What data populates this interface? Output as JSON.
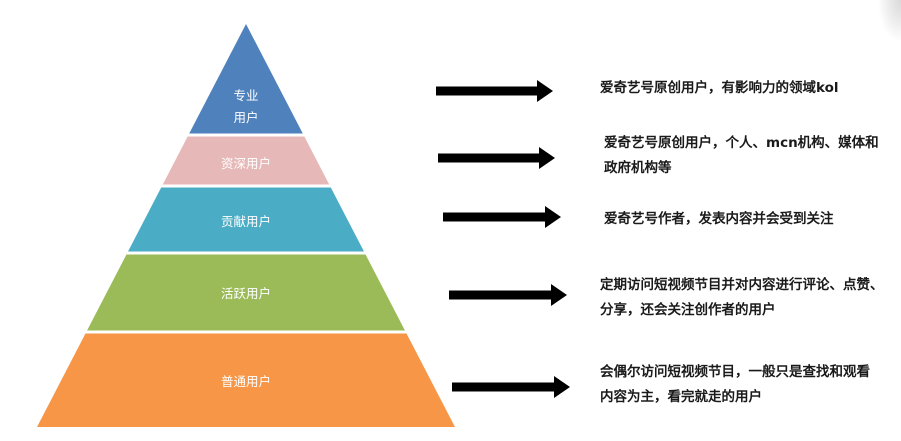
{
  "tiers": [
    {
      "name": "专业用户",
      "lines": [
        "专业",
        "用户"
      ],
      "color": "#4F81BD",
      "description": [
        "爱奇艺号原创用户，有影响力的领域kol"
      ]
    },
    {
      "name": "资深用户",
      "lines": [
        "资深用户"
      ],
      "color": "#E6B9B8",
      "description": [
        "爱奇艺号原创用户，个人、mcn机构、媒体和",
        "政府机构等"
      ]
    },
    {
      "name": "贡献用户",
      "lines": [
        "贡献用户"
      ],
      "color": "#4BACC6",
      "description": [
        "爱奇艺号作者，发表内容并会受到关注"
      ]
    },
    {
      "name": "活跃用户",
      "lines": [
        "活跃用户"
      ],
      "color": "#9BBB59",
      "description": [
        "定期访问短视频节目并对内容进行评论、点赞、",
        "分享，还会关注创作者的用户"
      ]
    },
    {
      "name": "普通用户",
      "lines": [
        "普通用户"
      ],
      "color": "#F79646",
      "description": [
        "会偶尔访问短视频节目，一般只是查找和观看",
        "内容为主，看完就走的用户"
      ]
    }
  ],
  "arrow_color": "#000000"
}
